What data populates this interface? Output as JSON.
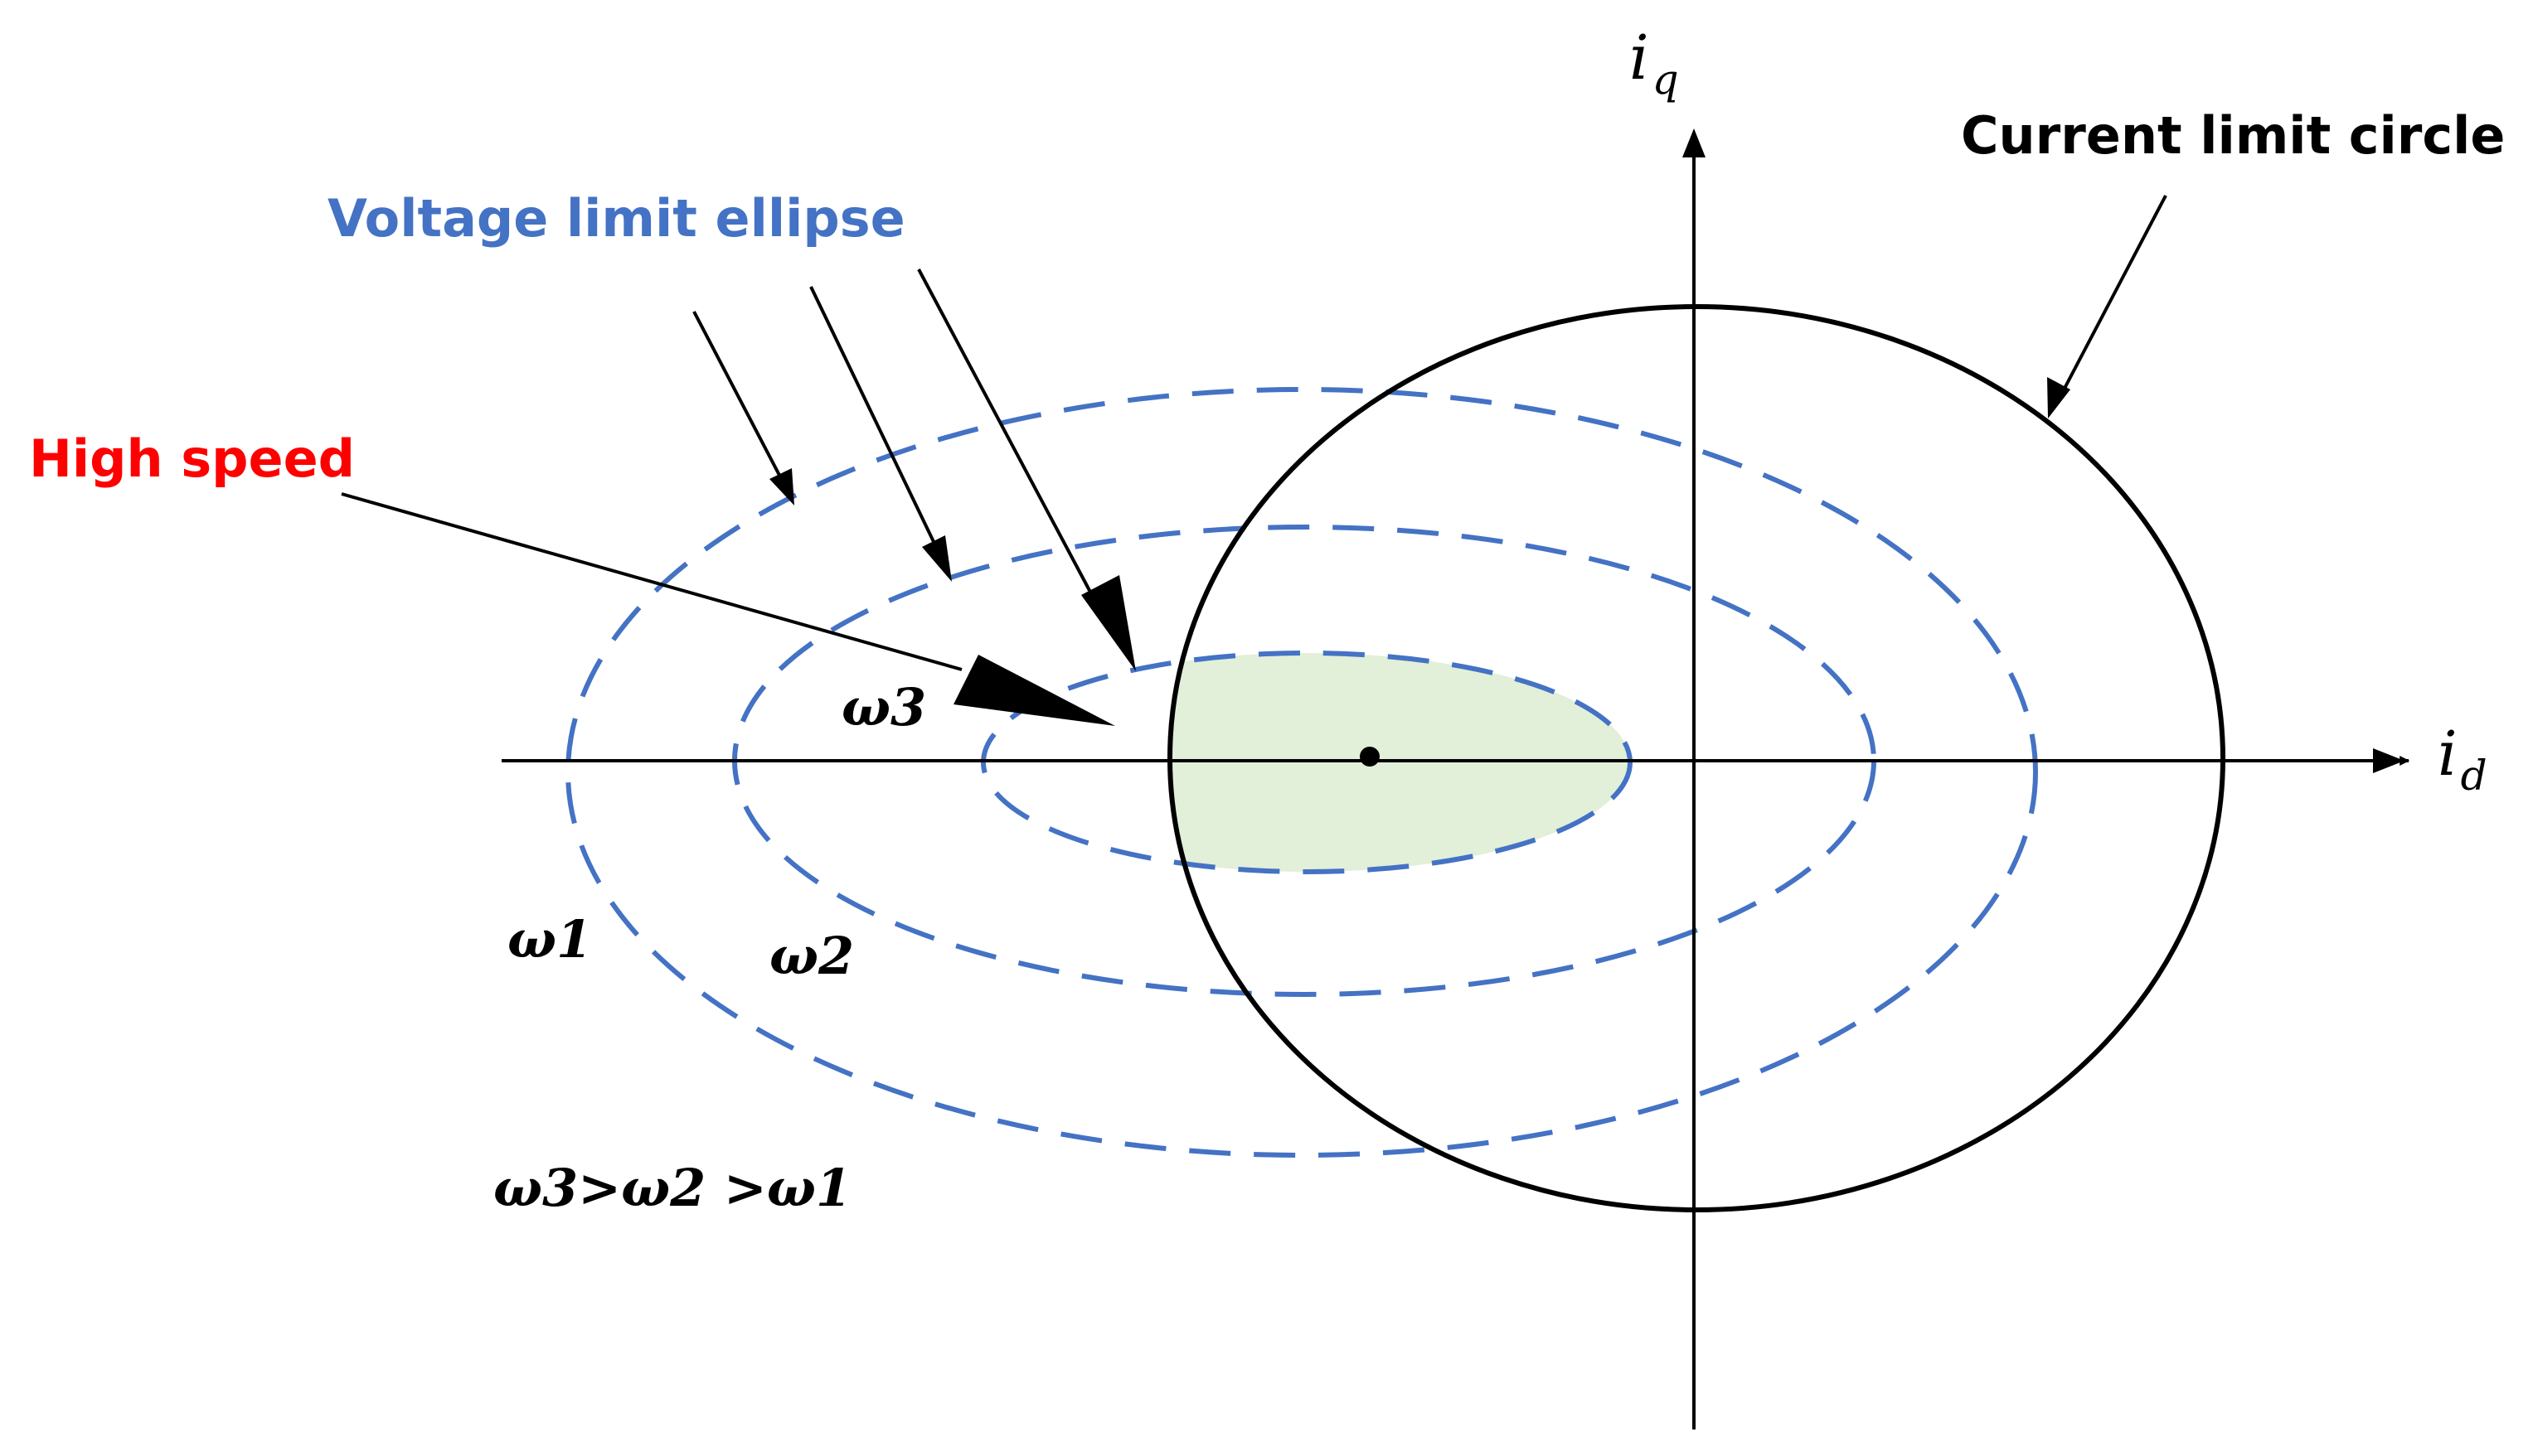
{
  "labels": {
    "axis_x": "i",
    "axis_x_sub": "d",
    "axis_y": "i",
    "axis_y_sub": "q",
    "current_limit_circle": "Current limit circle",
    "voltage_limit_ellipse": "Voltage limit ellipse",
    "high_speed": "High speed",
    "omega1": "ω1",
    "omega2": "ω2",
    "omega3": "ω3",
    "relation": "ω3>ω2 >ω1"
  },
  "colors": {
    "ellipse_stroke": "#4472C4",
    "ellipse_label": "#4472C4",
    "high_speed_label": "#FF0000",
    "feasible_fill": "#E2EFD9",
    "line": "#000000"
  }
}
